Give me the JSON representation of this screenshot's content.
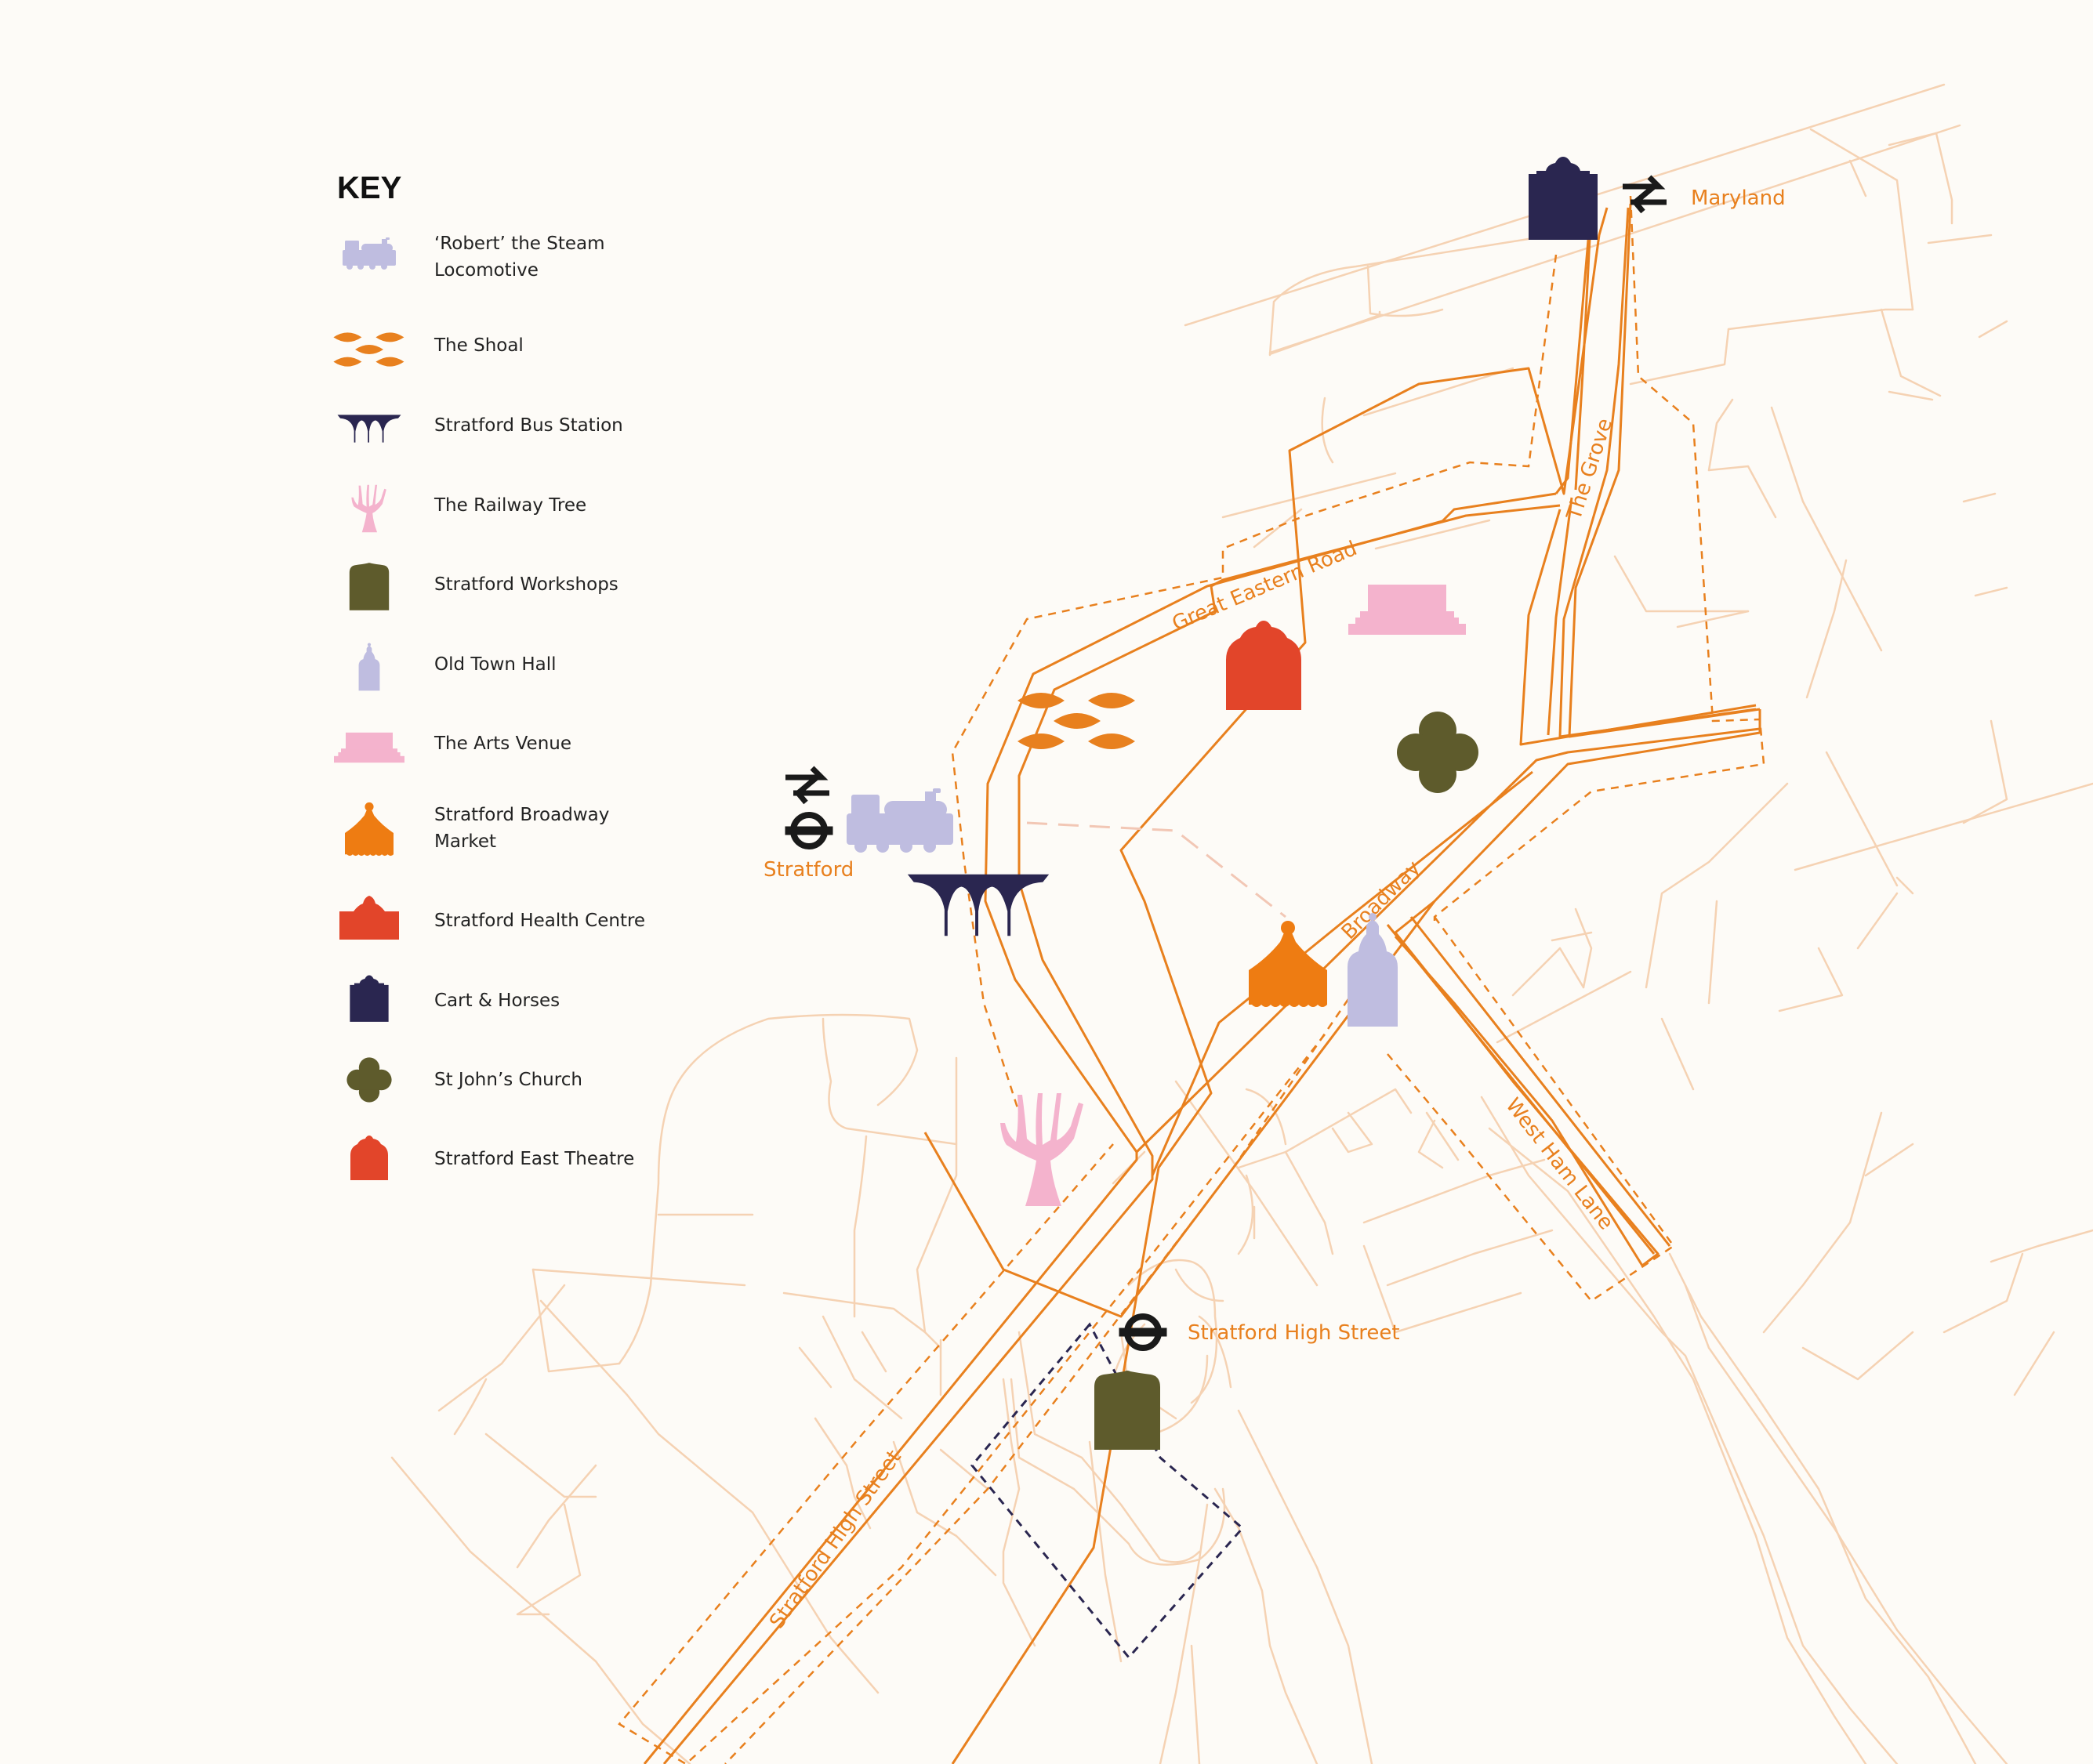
{
  "key": {
    "title": "KEY",
    "items": [
      {
        "label": "‘Robert’ the Steam Locomotive",
        "lines": [
          "‘Robert’ the Steam",
          "Locomotive"
        ],
        "icon": "steam-locomotive-icon",
        "color": "#bfbde0"
      },
      {
        "label": "The Shoal",
        "lines": [
          "The Shoal"
        ],
        "icon": "shoal-icon",
        "color": "#e8801e"
      },
      {
        "label": "Stratford Bus Station",
        "lines": [
          "Stratford Bus Station"
        ],
        "icon": "bus-station-icon",
        "color": "#2a2650"
      },
      {
        "label": "The Railway Tree",
        "lines": [
          "The Railway Tree"
        ],
        "icon": "railway-tree-icon",
        "color": "#f4b3cd"
      },
      {
        "label": "Stratford Workshops",
        "lines": [
          "Stratford Workshops"
        ],
        "icon": "workshops-icon",
        "color": "#5e5b2c"
      },
      {
        "label": "Old Town Hall",
        "lines": [
          "Old Town Hall"
        ],
        "icon": "old-town-hall-icon",
        "color": "#bfbde0"
      },
      {
        "label": "The Arts Venue",
        "lines": [
          "The Arts Venue"
        ],
        "icon": "arts-venue-icon",
        "color": "#f4b3cd"
      },
      {
        "label": "Stratford Broadway Market",
        "lines": [
          "Stratford Broadway",
          "Market"
        ],
        "icon": "market-tent-icon",
        "color": "#ee7c12"
      },
      {
        "label": "Stratford Health Centre",
        "lines": [
          "Stratford Health Centre"
        ],
        "icon": "health-centre-icon",
        "color": "#e2452a"
      },
      {
        "label": "Cart & Horses",
        "lines": [
          "Cart & Horses"
        ],
        "icon": "pub-icon",
        "color": "#2a2650"
      },
      {
        "label": "St John’s Church",
        "lines": [
          "St John’s Church"
        ],
        "icon": "church-quatrefoil-icon",
        "color": "#5e5b2c"
      },
      {
        "label": "Stratford East Theatre",
        "lines": [
          "Stratford East Theatre"
        ],
        "icon": "theatre-icon",
        "color": "#e2452a"
      }
    ]
  },
  "streets": {
    "the_grove": "The Grove",
    "great_eastern_road": "Great Eastern Road",
    "broadway": "Broadway",
    "west_ham_lane": "West Ham Lane",
    "stratford_high_street": "Stratford High Street"
  },
  "stations": {
    "maryland": "Maryland",
    "stratford": "Stratford",
    "stratford_high_street": "Stratford High Street"
  },
  "colors": {
    "background": "#fdfbf7",
    "road_orange": "#e8801e",
    "minor_road": "#f5d2b3",
    "navy": "#2a2650",
    "lavender": "#bfbde0",
    "pink": "#f4b3cd",
    "olive": "#5e5b2c",
    "red": "#e2452a"
  }
}
